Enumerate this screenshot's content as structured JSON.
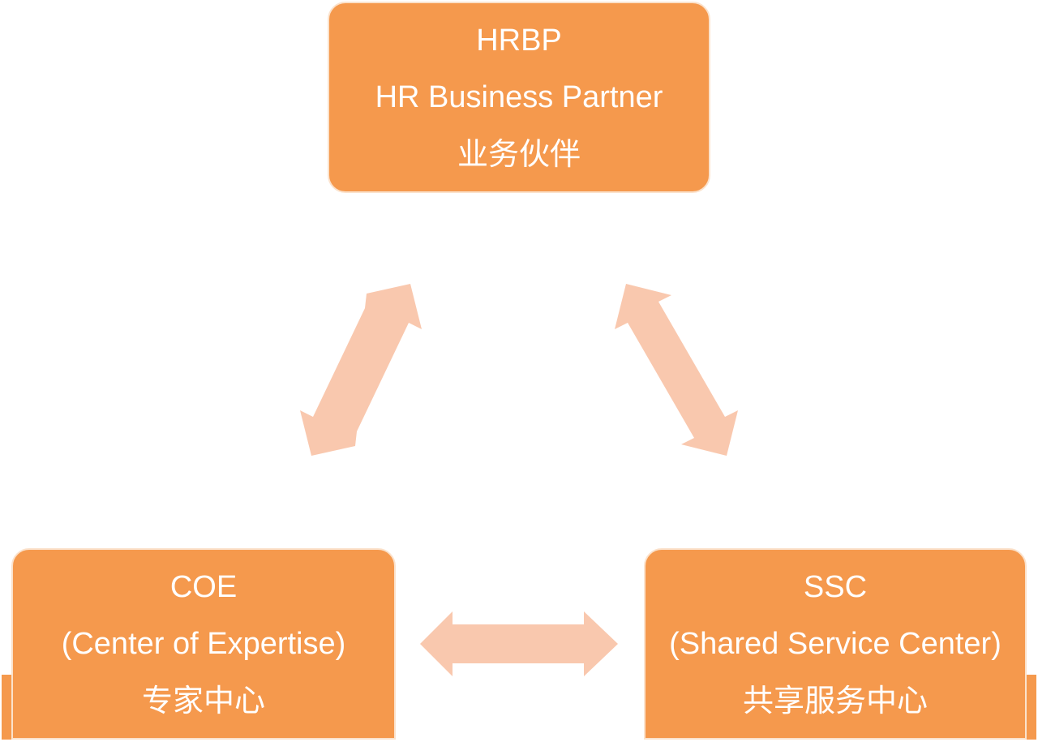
{
  "nodes": {
    "hrbp": {
      "abbr": "HRBP",
      "full": "HR Business Partner",
      "cn": "业务伙伴"
    },
    "coe": {
      "abbr": "COE",
      "full": "(Center of Expertise)",
      "cn": "专家中心"
    },
    "ssc": {
      "abbr": "SSC",
      "full": "(Shared Service Center)",
      "cn": "共享服务中心"
    }
  },
  "colors": {
    "box_fill": "#f5994d",
    "box_border": "#fbe2cc",
    "arrow_fill": "#f9c8ae",
    "text": "#ffffff"
  }
}
